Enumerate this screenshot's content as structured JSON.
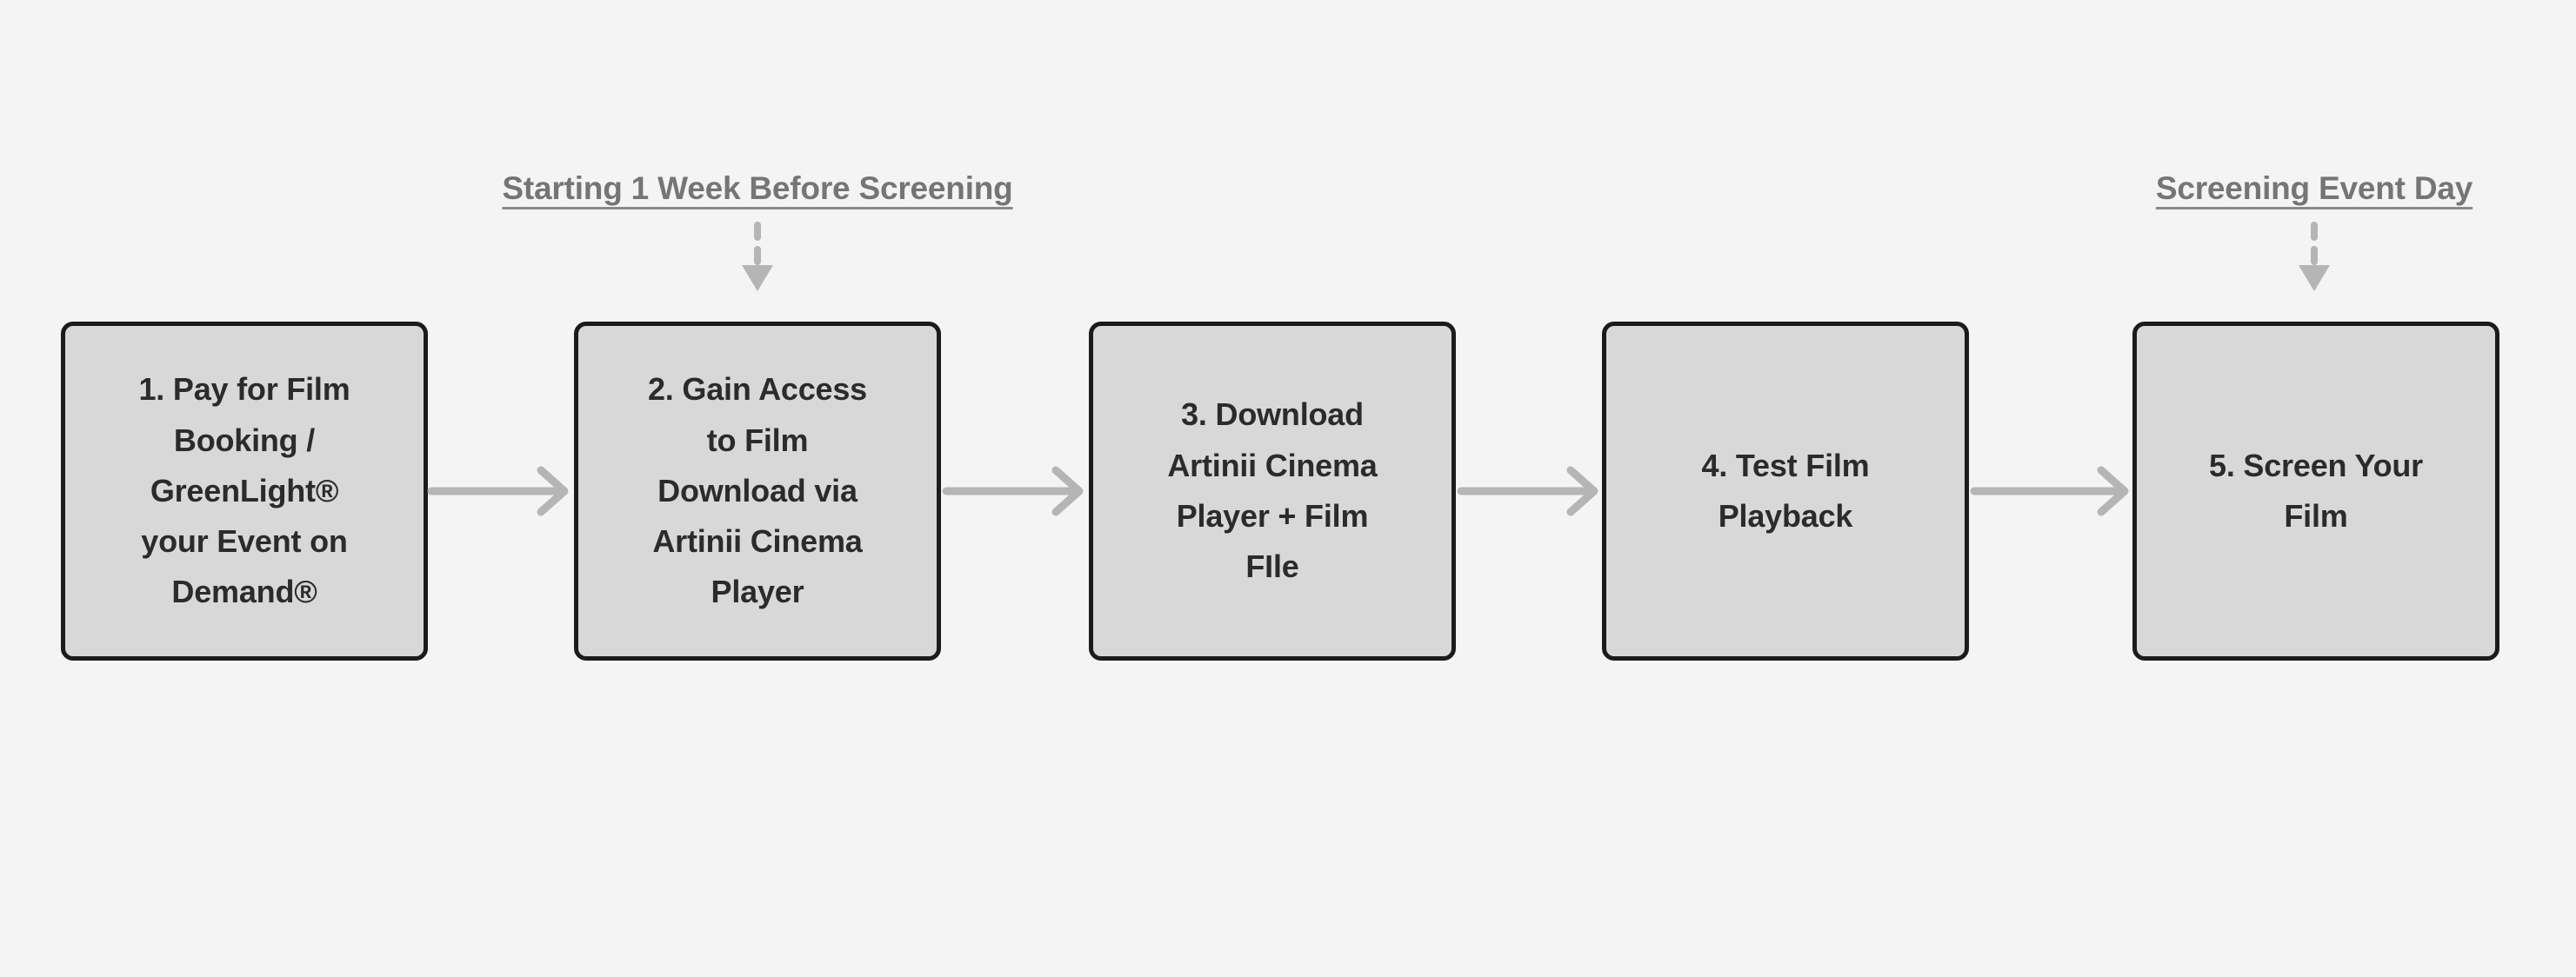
{
  "page": {
    "background_color": "#f4f4f4",
    "title": "Film Screening Process Flow"
  },
  "style": {
    "box_fill": "#d8d8d8",
    "box_border": "#1b1b1b",
    "box_text_color": "#2b2b2b",
    "arrow_color": "#b5b5b5",
    "label_color": "#757575"
  },
  "phase_labels": [
    {
      "id": "phase-pre-screening",
      "text": "Starting 1 Week Before Screening",
      "points_to_step": 2
    },
    {
      "id": "phase-event-day",
      "text": "Screening Event Day",
      "points_to_step": 5
    }
  ],
  "steps": [
    {
      "number": "1.",
      "label": "1.  Pay for Film Booking / GreenLight® your Event on Demand®",
      "lines": [
        "1.  Pay for Film",
        "Booking /",
        "GreenLight®",
        "your Event on",
        "Demand®"
      ]
    },
    {
      "number": "2.",
      "label": "2.  Gain Access to Film Download via Artinii Cinema Player",
      "lines": [
        "2.  Gain Access",
        "to Film",
        "Download via",
        "Artinii Cinema",
        "Player"
      ]
    },
    {
      "number": "3.",
      "label": "3.  Download Artinii Cinema Player + Film FIle",
      "lines": [
        "3.  Download",
        "Artinii Cinema",
        "Player + Film",
        "FIle"
      ]
    },
    {
      "number": "4.",
      "label": "4.  Test Film Playback",
      "lines": [
        "4.  Test Film",
        "Playback"
      ]
    },
    {
      "number": "5.",
      "label": "5.  Screen Your Film",
      "lines": [
        "5.  Screen Your",
        "Film"
      ]
    }
  ],
  "connectors": [
    {
      "id": "arrow-1-to-2",
      "from": 1,
      "to": 2,
      "kind": "solid-arrow-right"
    },
    {
      "id": "arrow-2-to-3",
      "from": 2,
      "to": 3,
      "kind": "solid-arrow-right"
    },
    {
      "id": "arrow-3-to-4",
      "from": 3,
      "to": 4,
      "kind": "solid-arrow-right"
    },
    {
      "id": "arrow-4-to-5",
      "from": 4,
      "to": 5,
      "kind": "solid-arrow-right"
    }
  ]
}
